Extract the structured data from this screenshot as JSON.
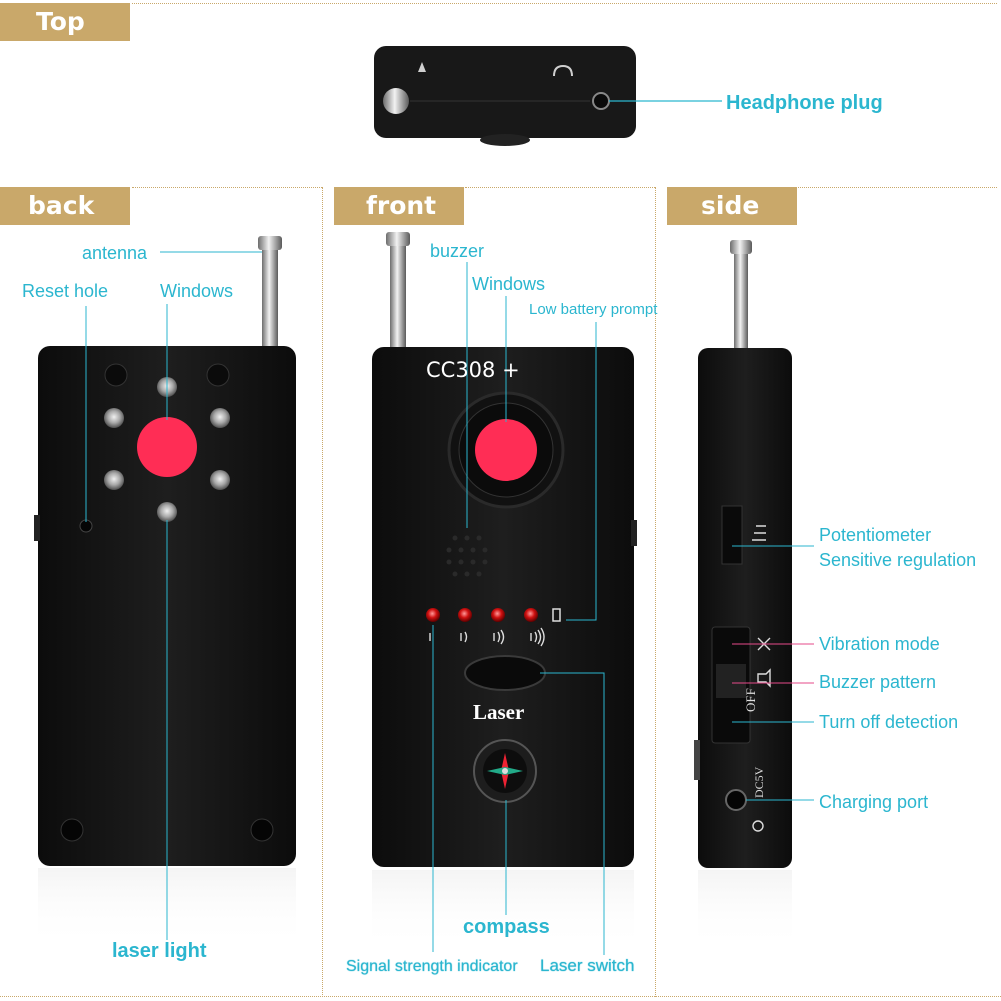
{
  "sections": {
    "top": "Top",
    "back": "back",
    "front": "front",
    "side": "side"
  },
  "device": {
    "model": "CC308",
    "model_suffix": "+",
    "laser_button": "Laser",
    "side_off": "OFF",
    "side_dc": "DC5V"
  },
  "labels": {
    "headphone_plug": "Headphone plug",
    "antenna": "antenna",
    "reset_hole": "Reset hole",
    "windows_back": "Windows",
    "laser_light": "laser light",
    "buzzer": "buzzer",
    "windows_front": "Windows",
    "low_battery": "Low battery prompt",
    "compass": "compass",
    "signal_strength": "Signal strength indicator",
    "laser_switch": "Laser switch",
    "potentiometer": "Potentiometer",
    "sensitive_regulation": "Sensitive regulation",
    "vibration_mode": "Vibration mode",
    "buzzer_pattern": "Buzzer pattern",
    "turn_off_detection": "Turn off detection",
    "charging_port": "Charging port"
  },
  "colors": {
    "tag_bg": "#c9a86a",
    "label_cyan": "#2bb6cf",
    "label_pink": "#e64a8a",
    "lens_red": "#ff2d55",
    "body_black": "#151515"
  }
}
